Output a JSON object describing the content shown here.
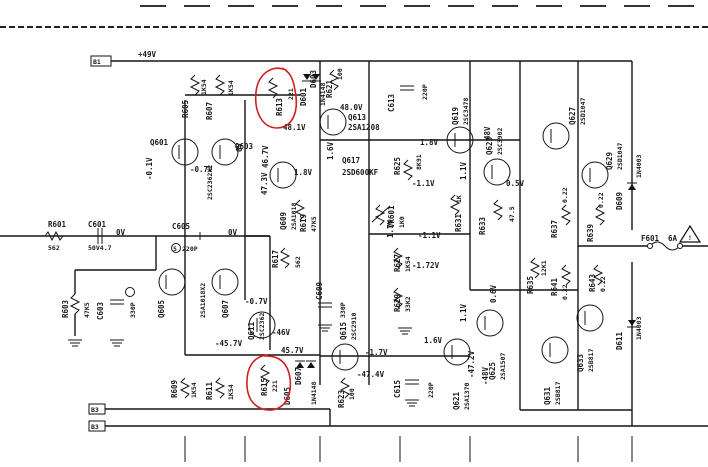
{
  "rails": {
    "b1_tag": "B1",
    "b1_voltage": "+49V",
    "b3_tag": "B3"
  },
  "resistors": [
    {
      "ref": "R605",
      "val": "1K54"
    },
    {
      "ref": "R607",
      "val": "1K54"
    },
    {
      "ref": "R613",
      "val": "221"
    },
    {
      "ref": "R621",
      "val": "100"
    },
    {
      "ref": "R625",
      "val": "8K91"
    },
    {
      "ref": "R619",
      "val": "47K5"
    },
    {
      "ref": "R617",
      "val": "562"
    },
    {
      "ref": "R627",
      "val": "1K54"
    },
    {
      "ref": "R629",
      "val": "33K2"
    },
    {
      "ref": "R631",
      "val": "1K"
    },
    {
      "ref": "R633",
      "val": "47.5"
    },
    {
      "ref": "R635",
      "val": "12K1"
    },
    {
      "ref": "R637",
      "val": "0.22"
    },
    {
      "ref": "R639",
      "val": "0.22"
    },
    {
      "ref": "R641",
      "val": "0.22"
    },
    {
      "ref": "R643",
      "val": "0.22"
    },
    {
      "ref": "R601",
      "val": "562"
    },
    {
      "ref": "R603",
      "val": "47K5"
    },
    {
      "ref": "R609",
      "val": "1K54"
    },
    {
      "ref": "R611",
      "val": "1K54"
    },
    {
      "ref": "R615",
      "val": "221"
    },
    {
      "ref": "R623",
      "val": "100"
    },
    {
      "ref": "VR601",
      "val": "1K0"
    }
  ],
  "capacitors": [
    {
      "ref": "C601",
      "val": "50V4.7"
    },
    {
      "ref": "C605",
      "val": "220P"
    },
    {
      "ref": "C603",
      "val": "330P"
    },
    {
      "ref": "C609",
      "val": "330P"
    },
    {
      "ref": "C613",
      "val": "220P"
    },
    {
      "ref": "C615",
      "val": "220P"
    }
  ],
  "transistors": [
    {
      "ref": "Q601",
      "val": ""
    },
    {
      "ref": "Q603",
      "val": "2SC2362X2"
    },
    {
      "ref": "Q605",
      "val": "2SA1018X2"
    },
    {
      "ref": "Q607",
      "val": "2SA1018X2"
    },
    {
      "ref": "Q609",
      "val": "2SA1018"
    },
    {
      "ref": "Q611",
      "val": "2SC2362"
    },
    {
      "ref": "Q613",
      "val": "2SA1208"
    },
    {
      "ref": "Q615",
      "val": "2SC2910"
    },
    {
      "ref": "Q617",
      "val": "2SD600KF"
    },
    {
      "ref": "Q619",
      "val": "2SC3478"
    },
    {
      "ref": "Q621",
      "val": "2SA1370"
    },
    {
      "ref": "Q623",
      "val": "2SC3902"
    },
    {
      "ref": "Q625",
      "val": "2SA1507"
    },
    {
      "ref": "Q627",
      "val": "2SD1047"
    },
    {
      "ref": "Q629",
      "val": "2SD1047"
    },
    {
      "ref": "Q631",
      "val": "2SB817"
    },
    {
      "ref": "Q633",
      "val": "2SB817"
    }
  ],
  "diodes": [
    {
      "ref": "D601",
      "val": "1N4148"
    },
    {
      "ref": "D603",
      "val": "1N4148"
    },
    {
      "ref": "D605",
      "val": "1N4148"
    },
    {
      "ref": "D607",
      "val": "1N4148"
    },
    {
      "ref": "D609",
      "val": "1N4003"
    },
    {
      "ref": "D611",
      "val": "1N4003"
    }
  ],
  "voltages": {
    "v_q601_b": "-0.1V",
    "v_q601_e": "-0.7V",
    "v_q603": "0V",
    "v_q609": "46.7V",
    "v_q609b": "47.3V",
    "v_q613c": "48.0V",
    "v_q613e": "48.1V",
    "v_c609": "1.6V",
    "v_q617": "1.8V",
    "v_r625": "-1.1V",
    "v_r631": "-1.1V",
    "v_r627": "-1.72V",
    "v_vr": "1.7V",
    "v_q619": "1.8V",
    "v_q619b": "1.1V",
    "v_q623": "48V",
    "v_q623e": "0.5V",
    "v_q611": "-45.7V",
    "v_q611b": "-46V",
    "v_q611c": "-0.7V",
    "v_q615": "-1.7V",
    "v_q615b": "-47.4V",
    "v_d605": "45.7V",
    "v_q621": "1.6V",
    "v_q625": "1.1V",
    "v_q625b": "0.6V",
    "v_q625c": "-48V",
    "v_q625d": "-47.2V",
    "v_in_node": "0V",
    "v_node2": "0V"
  },
  "fuse": {
    "ref": "F601",
    "val": "6A"
  }
}
